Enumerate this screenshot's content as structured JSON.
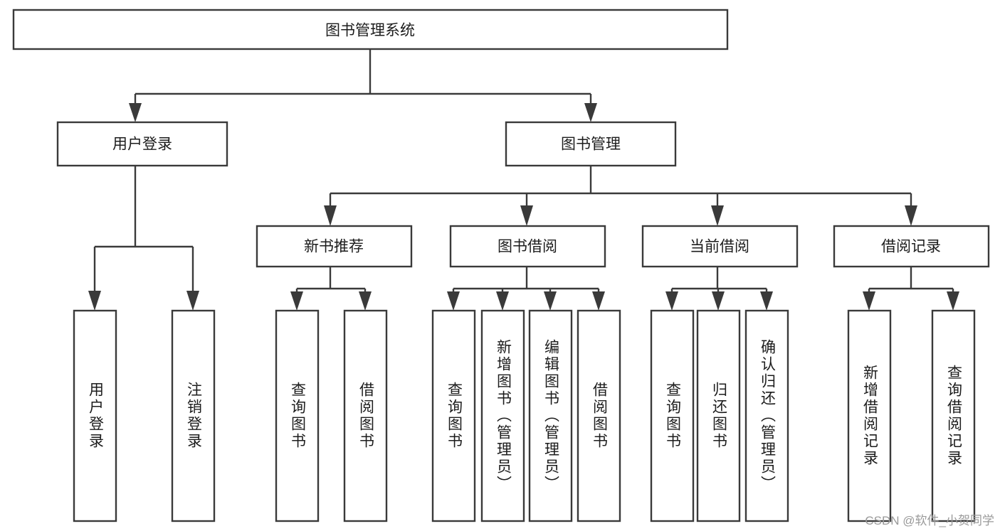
{
  "diagram": {
    "type": "tree-hierarchy",
    "title": "图书管理系统",
    "watermark": "CSDN @软件_小贺同学",
    "levels": 4,
    "root": {
      "id": "root",
      "label": "图书管理系统",
      "orientation": "horizontal"
    },
    "level2": [
      {
        "id": "user-login",
        "label": "用户登录",
        "orientation": "horizontal"
      },
      {
        "id": "book-manage",
        "label": "图书管理",
        "orientation": "horizontal"
      }
    ],
    "level3": [
      {
        "id": "new-book-recommend",
        "label": "新书推荐",
        "orientation": "horizontal",
        "parent": "book-manage"
      },
      {
        "id": "book-borrow",
        "label": "图书借阅",
        "orientation": "horizontal",
        "parent": "book-manage"
      },
      {
        "id": "current-borrow",
        "label": "当前借阅",
        "orientation": "horizontal",
        "parent": "book-manage"
      },
      {
        "id": "borrow-record",
        "label": "借阅记录",
        "orientation": "horizontal",
        "parent": "book-manage"
      }
    ],
    "leaves": [
      {
        "id": "leaf-user-login",
        "label": "用户登录",
        "orientation": "vertical",
        "parent": "user-login"
      },
      {
        "id": "leaf-user-logout",
        "label": "注销登录",
        "orientation": "vertical",
        "parent": "user-login"
      },
      {
        "id": "leaf-query-book-1",
        "label": "查询图书",
        "orientation": "vertical",
        "parent": "new-book-recommend"
      },
      {
        "id": "leaf-borrow-book-1",
        "label": "借阅图书",
        "orientation": "vertical",
        "parent": "new-book-recommend"
      },
      {
        "id": "leaf-query-book-2",
        "label": "查询图书",
        "orientation": "vertical",
        "parent": "book-borrow"
      },
      {
        "id": "leaf-add-book",
        "label": "新增图书（管理员）",
        "orientation": "vertical",
        "parent": "book-borrow"
      },
      {
        "id": "leaf-edit-book",
        "label": "编辑图书（管理员）",
        "orientation": "vertical",
        "parent": "book-borrow"
      },
      {
        "id": "leaf-borrow-book-2",
        "label": "借阅图书",
        "orientation": "vertical",
        "parent": "book-borrow"
      },
      {
        "id": "leaf-query-book-3",
        "label": "查询图书",
        "orientation": "vertical",
        "parent": "current-borrow"
      },
      {
        "id": "leaf-return-book",
        "label": "归还图书",
        "orientation": "vertical",
        "parent": "current-borrow"
      },
      {
        "id": "leaf-confirm-return",
        "label": "确认归还（管理员）",
        "orientation": "vertical",
        "parent": "current-borrow"
      },
      {
        "id": "leaf-add-record",
        "label": "新增借阅记录",
        "orientation": "vertical",
        "parent": "borrow-record"
      },
      {
        "id": "leaf-query-record",
        "label": "查询借阅记录",
        "orientation": "vertical",
        "parent": "borrow-record"
      }
    ],
    "colors": {
      "box_stroke": "#3a3a3a",
      "box_fill": "#ffffff",
      "text": "#1c1c1c",
      "background": "#ffffff",
      "watermark": "#9a9a9a"
    }
  }
}
